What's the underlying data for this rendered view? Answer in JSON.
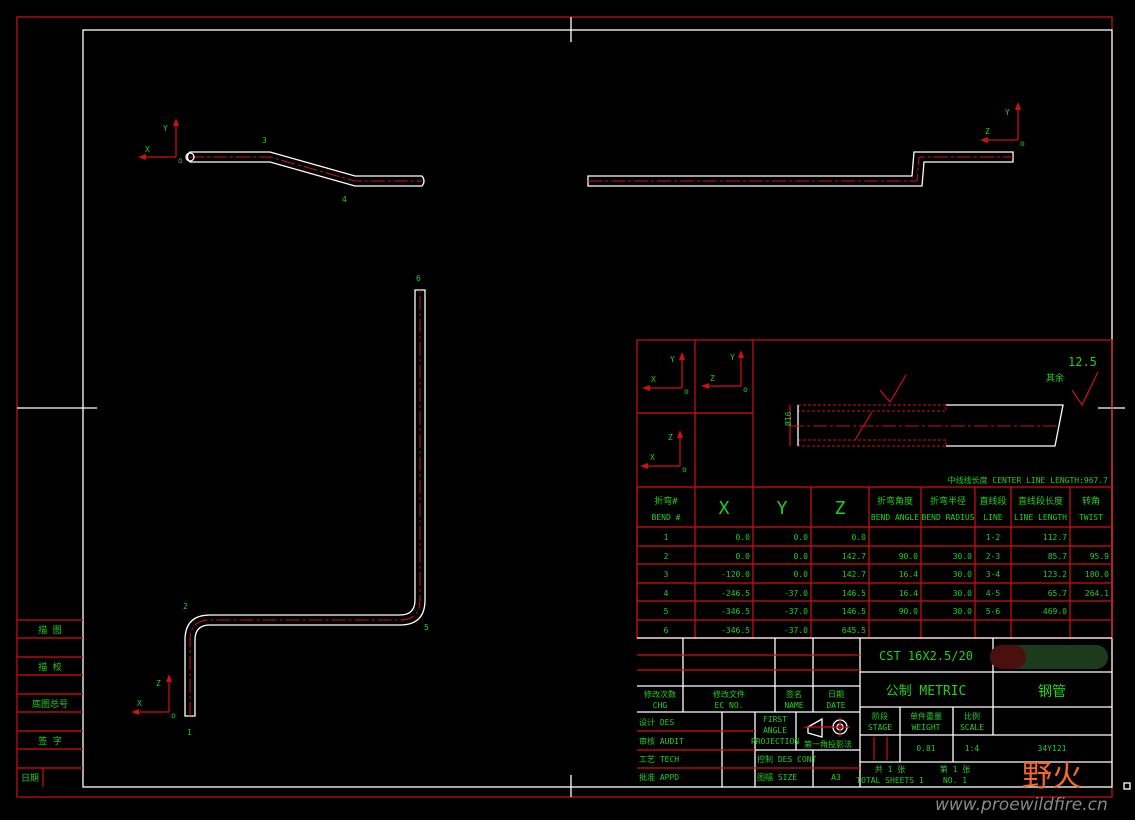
{
  "left_block": [
    "描 图",
    "描 校",
    "底图总号",
    "签 字",
    "日期"
  ],
  "points": [
    "1",
    "2",
    "3",
    "4",
    "5",
    "6"
  ],
  "axes": {
    "x": "X",
    "y": "Y",
    "z": "Z",
    "o": "o"
  },
  "surface": {
    "value": "12.5",
    "label": "其余"
  },
  "diameter": "Ø16",
  "center_line": "中线线长度 CENTER LINE LENGTH:967.7",
  "table": {
    "headers": [
      [
        "折弯#",
        "BEND #"
      ],
      [
        "X",
        ""
      ],
      [
        "Y",
        ""
      ],
      [
        "Z",
        ""
      ],
      [
        "折弯角度",
        "BEND ANGLE"
      ],
      [
        "折弯半径",
        "BEND RADIUS"
      ],
      [
        "直线段",
        "LINE"
      ],
      [
        "直线段长度",
        "LINE LENGTH"
      ],
      [
        "转角",
        "TWIST"
      ]
    ],
    "rows": [
      [
        "1",
        "0.0",
        "0.0",
        "0.0",
        "",
        "",
        "1-2",
        "112.7",
        ""
      ],
      [
        "2",
        "0.0",
        "0.0",
        "142.7",
        "90.0",
        "30.0",
        "2-3",
        "85.7",
        "95.9"
      ],
      [
        "3",
        "-120.0",
        "0.0",
        "142.7",
        "16.4",
        "30.0",
        "3-4",
        "123.2",
        "180.0"
      ],
      [
        "4",
        "-246.5",
        "-37.0",
        "146.5",
        "16.4",
        "30.0",
        "4-5",
        "65.7",
        "264.1"
      ],
      [
        "5",
        "-346.5",
        "-37.0",
        "146.5",
        "90.0",
        "30.0",
        "5-6",
        "469.0",
        ""
      ],
      [
        "6",
        "-346.5",
        "-37.0",
        "645.5",
        "",
        "",
        "",
        "",
        ""
      ]
    ]
  },
  "title_block": {
    "chg": [
      "修改次数",
      "CHG"
    ],
    "ec": [
      "修改文件",
      "EC NO."
    ],
    "name": [
      "签名",
      "NAME"
    ],
    "date": [
      "日期",
      "DATE"
    ],
    "des": "设计 DES",
    "audit": "审核 AUDIT",
    "tech": "工艺 TECH",
    "appd": "批准 APPD",
    "projection": [
      "FIRST",
      "ANGLE",
      "PROJECTION"
    ],
    "projection_cn": "第一角投影法",
    "des_cont": "控制 DES CONT",
    "size_label": "图幅 SIZE",
    "size": "A3",
    "spec": "CST 16X2.5/20",
    "metric": "公制  METRIC",
    "material": "钢管",
    "stage": [
      "阶段",
      "STAGE"
    ],
    "weight": [
      "单件重量",
      "WEIGHT"
    ],
    "scale": [
      "比例",
      "SCALE"
    ],
    "weight_value": "0.81",
    "scale_value": "1:4",
    "part_no": "34Y121",
    "sheets": [
      "共 1 张",
      "TOTAL SHEETS 1"
    ],
    "sheet_no": [
      "第 1 张",
      "NO. 1"
    ]
  },
  "watermark": {
    "logo": "野火",
    "url": "www.proewildfire.cn"
  }
}
